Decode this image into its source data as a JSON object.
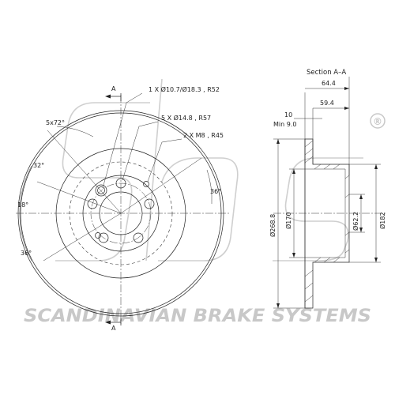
{
  "watermark": {
    "logo_text": "sbs",
    "company": "SCANDINAVIAN BRAKE SYSTEMS",
    "registered": "®",
    "color": "#c8c8c8"
  },
  "front_view": {
    "section_marker": "A",
    "callouts": {
      "centering_hole": "1 X Ø10.7/Ø18.3 , R52",
      "bolt_holes": "5 X Ø14.8 , R57",
      "threaded_holes": "2 X M8 , R45"
    },
    "angles": {
      "bolt_pattern": "5x72°",
      "a32": "32°",
      "a18": "18°",
      "a36_right": "36°",
      "a36_left": "36°"
    }
  },
  "section_view": {
    "title": "Section A–A",
    "dims": {
      "overall_height": "64.4",
      "inner_height": "59.4",
      "thickness": "10",
      "min_thickness": "Min 9.0",
      "outer_diameter": "Ø268.8",
      "hat_diameter": "Ø170",
      "center_bore": "Ø62.2",
      "hat_outer": "Ø182"
    }
  }
}
